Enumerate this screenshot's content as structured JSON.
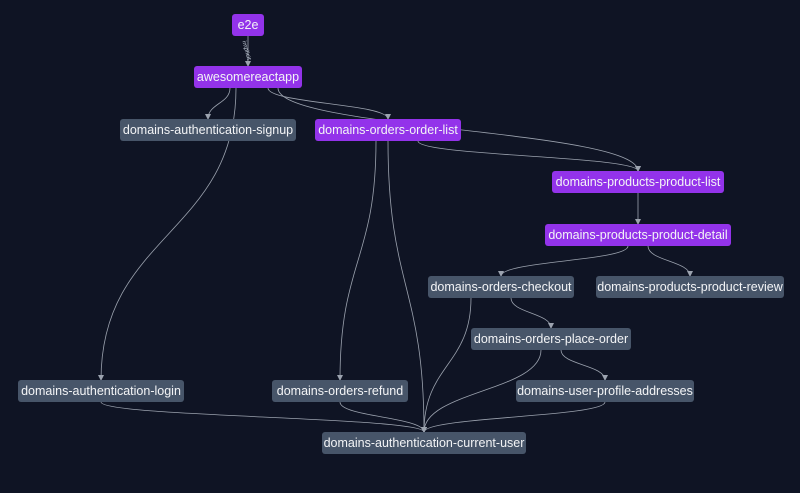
{
  "colors": {
    "background": "#0f1424",
    "affected_node": "#9333ea",
    "node": "#475569",
    "edge": "#9ca3af",
    "label": "#f3f4f6"
  },
  "nodes": [
    {
      "id": "e2e",
      "label": "e2e",
      "affected": true
    },
    {
      "id": "awesomereactapp",
      "label": "awesomereactapp",
      "affected": true
    },
    {
      "id": "auth-signup",
      "label": "domains-authentication-signup",
      "affected": false
    },
    {
      "id": "orders-order-list",
      "label": "domains-orders-order-list",
      "affected": true
    },
    {
      "id": "products-product-list",
      "label": "domains-products-product-list",
      "affected": true
    },
    {
      "id": "products-product-detail",
      "label": "domains-products-product-detail",
      "affected": true
    },
    {
      "id": "orders-checkout",
      "label": "domains-orders-checkout",
      "affected": false
    },
    {
      "id": "products-product-review",
      "label": "domains-products-product-review",
      "affected": false
    },
    {
      "id": "orders-place-order",
      "label": "domains-orders-place-order",
      "affected": false
    },
    {
      "id": "auth-login",
      "label": "domains-authentication-login",
      "affected": false
    },
    {
      "id": "orders-refund",
      "label": "domains-orders-refund",
      "affected": false
    },
    {
      "id": "user-profile-addresses",
      "label": "domains-user-profile-addresses",
      "affected": false
    },
    {
      "id": "auth-current-user",
      "label": "domains-authentication-current-user",
      "affected": false
    }
  ],
  "edges": [
    {
      "from": "e2e",
      "to": "awesomereactapp",
      "label": "implicit"
    },
    {
      "from": "awesomereactapp",
      "to": "auth-signup",
      "label": ""
    },
    {
      "from": "awesomereactapp",
      "to": "orders-order-list",
      "label": ""
    },
    {
      "from": "awesomereactapp",
      "to": "products-product-list",
      "label": ""
    },
    {
      "from": "awesomereactapp",
      "to": "auth-login",
      "label": ""
    },
    {
      "from": "orders-order-list",
      "to": "products-product-list",
      "label": ""
    },
    {
      "from": "orders-order-list",
      "to": "orders-refund",
      "label": ""
    },
    {
      "from": "orders-order-list",
      "to": "auth-current-user",
      "label": ""
    },
    {
      "from": "products-product-list",
      "to": "products-product-detail",
      "label": ""
    },
    {
      "from": "products-product-detail",
      "to": "orders-checkout",
      "label": ""
    },
    {
      "from": "products-product-detail",
      "to": "products-product-review",
      "label": ""
    },
    {
      "from": "orders-checkout",
      "to": "orders-place-order",
      "label": ""
    },
    {
      "from": "orders-checkout",
      "to": "auth-current-user",
      "label": ""
    },
    {
      "from": "orders-place-order",
      "to": "user-profile-addresses",
      "label": ""
    },
    {
      "from": "orders-place-order",
      "to": "auth-current-user",
      "label": ""
    },
    {
      "from": "auth-login",
      "to": "auth-current-user",
      "label": ""
    },
    {
      "from": "orders-refund",
      "to": "auth-current-user",
      "label": ""
    },
    {
      "from": "user-profile-addresses",
      "to": "auth-current-user",
      "label": ""
    }
  ]
}
